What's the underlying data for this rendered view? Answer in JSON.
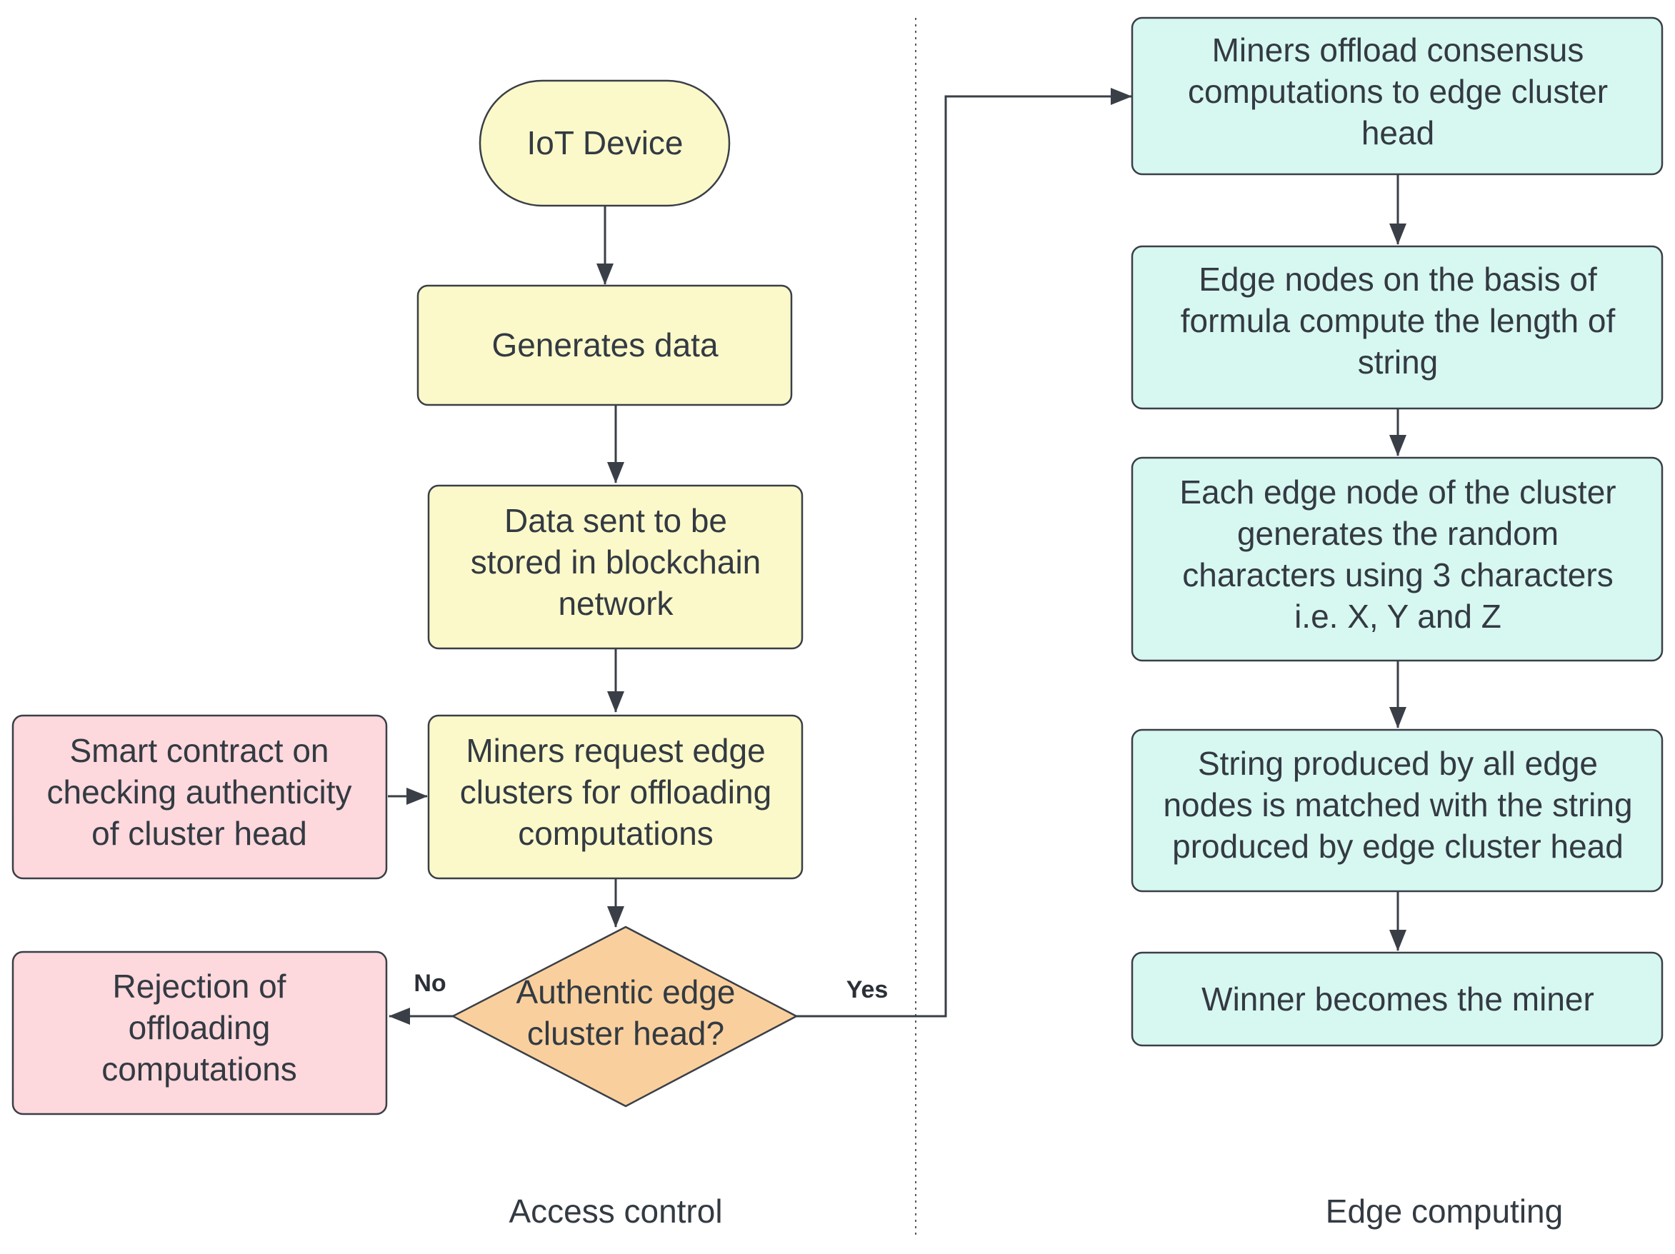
{
  "colors": {
    "yellow_fill": "#fbf9c9",
    "pink_fill": "#fdd8dc",
    "cyan_fill": "#d7f7f1",
    "orange_fill": "#f9d09d",
    "stroke": "#3a3f47"
  },
  "nodes": {
    "iot_device": {
      "lines": [
        "IoT Device"
      ]
    },
    "generates_data": {
      "lines": [
        "Generates data"
      ]
    },
    "data_sent": {
      "lines": [
        "Data sent to be",
        "stored in blockchain",
        "network"
      ]
    },
    "miners_request": {
      "lines": [
        "Miners request edge",
        "clusters for offloading",
        "computations"
      ]
    },
    "smart_contract": {
      "lines": [
        "Smart contract on",
        "checking authenticity",
        "of cluster head"
      ]
    },
    "decision": {
      "lines": [
        "Authentic  edge",
        "cluster head?"
      ]
    },
    "rejection": {
      "lines": [
        "Rejection of",
        "offloading",
        "computations"
      ]
    },
    "miners_offload": {
      "lines": [
        "Miners offload consensus",
        "computations to edge cluster",
        "head"
      ]
    },
    "edge_nodes_formula": {
      "lines": [
        "Edge nodes on the basis of",
        "formula compute the length of",
        "string"
      ]
    },
    "each_edge_node": {
      "lines": [
        "Each edge node of the cluster",
        "generates the random",
        "characters using 3 characters",
        "i.e. X, Y and Z"
      ]
    },
    "string_produced": {
      "lines": [
        "String produced by all edge",
        "nodes is matched with the string",
        "produced by edge cluster head"
      ]
    },
    "winner": {
      "lines": [
        "Winner becomes the miner"
      ]
    }
  },
  "edge_labels": {
    "no": "No",
    "yes": "Yes"
  },
  "sections": {
    "left": "Access control",
    "right": "Edge computing"
  }
}
